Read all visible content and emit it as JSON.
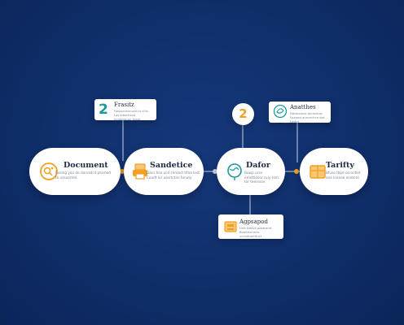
{
  "colors": {
    "background": "#0f2e6a",
    "accent": "#f2a021",
    "teal": "#1a9a9a",
    "line": "#c9d3e6"
  },
  "nodes": [
    {
      "title": "Document",
      "sub": "Exolng you do dorsadcit ptamed to ussasstee",
      "icon": "gear-search-icon"
    },
    {
      "title": "Sandetice",
      "sub": "Dacs tise ucd cereact tifoa loot Coudt lur asertctan tonuty",
      "icon": "printer-icon"
    },
    {
      "title": "Dafor",
      "sub": "Buwp ucre emsttidonr ruiy tom tor teerssoe",
      "icon": "globe-icon"
    },
    {
      "title": "Tarifty",
      "sub": "Bfuso tbpe oo ontlet ane Inanae enatont",
      "icon": "box-icon"
    }
  ],
  "callouts": [
    {
      "title": "Frasitz",
      "sub": "Faosscoracuad tu chis Lat ditoarisad hcreanmuc llosie",
      "icon": "number-two-icon",
      "glyph": "2"
    },
    {
      "title": "Anatthes",
      "sub": "Datoveeus tacasmas Foaned aunorchce dot tiedot",
      "icon": "shield-leaf-icon"
    },
    {
      "title": "Agpsapod",
      "sub": "Unit Daevs poxtrarnt Bnoiteocmes ucinstuamtuct",
      "icon": "folder-icon"
    }
  ],
  "badge": {
    "label": "2"
  }
}
